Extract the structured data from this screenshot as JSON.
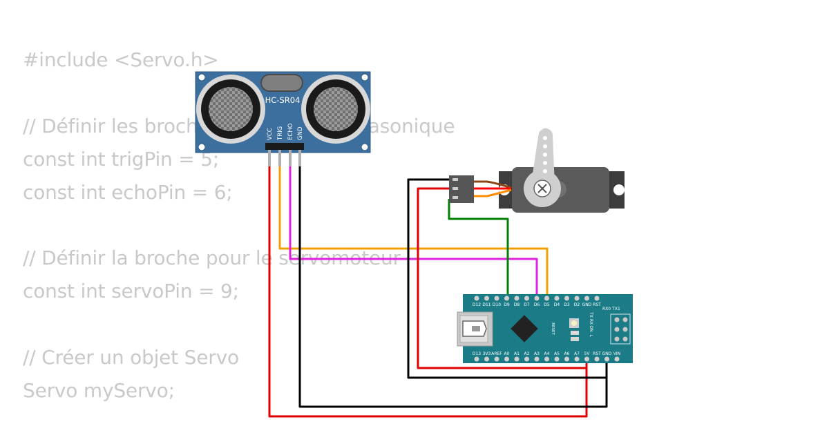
{
  "code_lines": [
    "#include <Servo.h>",
    "",
    "// Définir les broches du capteur ultrasonique",
    "const int trigPin = 5;",
    "const int echoPin = 6;",
    "",
    "// Définir la broche pour le servomoteur",
    "const int servoPin = 9;",
    "",
    "// Créer un objet Servo",
    "Servo myServo;"
  ],
  "sensor": {
    "model": "HC-SR04",
    "pins": [
      "VCC",
      "TRIG",
      "ECHO",
      "GND"
    ]
  },
  "nano": {
    "top_pins": [
      "D12",
      "D11",
      "D10",
      "D9",
      "D8",
      "D7",
      "D6",
      "D5",
      "D4",
      "D3",
      "D2",
      "GND",
      "RST",
      "RX0",
      "TX1"
    ],
    "bottom_pins": [
      "D13",
      "3V3",
      "AREF",
      "A0",
      "A1",
      "A2",
      "A3",
      "A4",
      "A5",
      "A6",
      "A7",
      "5V",
      "RST",
      "GND",
      "VIN"
    ],
    "reset_label": "RESET",
    "leds": [
      "TX",
      "RX",
      "ON",
      "L"
    ]
  },
  "wire_colors": {
    "vcc": "#e00000",
    "trig": "#f0a000",
    "echo": "#e020e0",
    "gnd": "#000000",
    "signal": "#008000"
  }
}
